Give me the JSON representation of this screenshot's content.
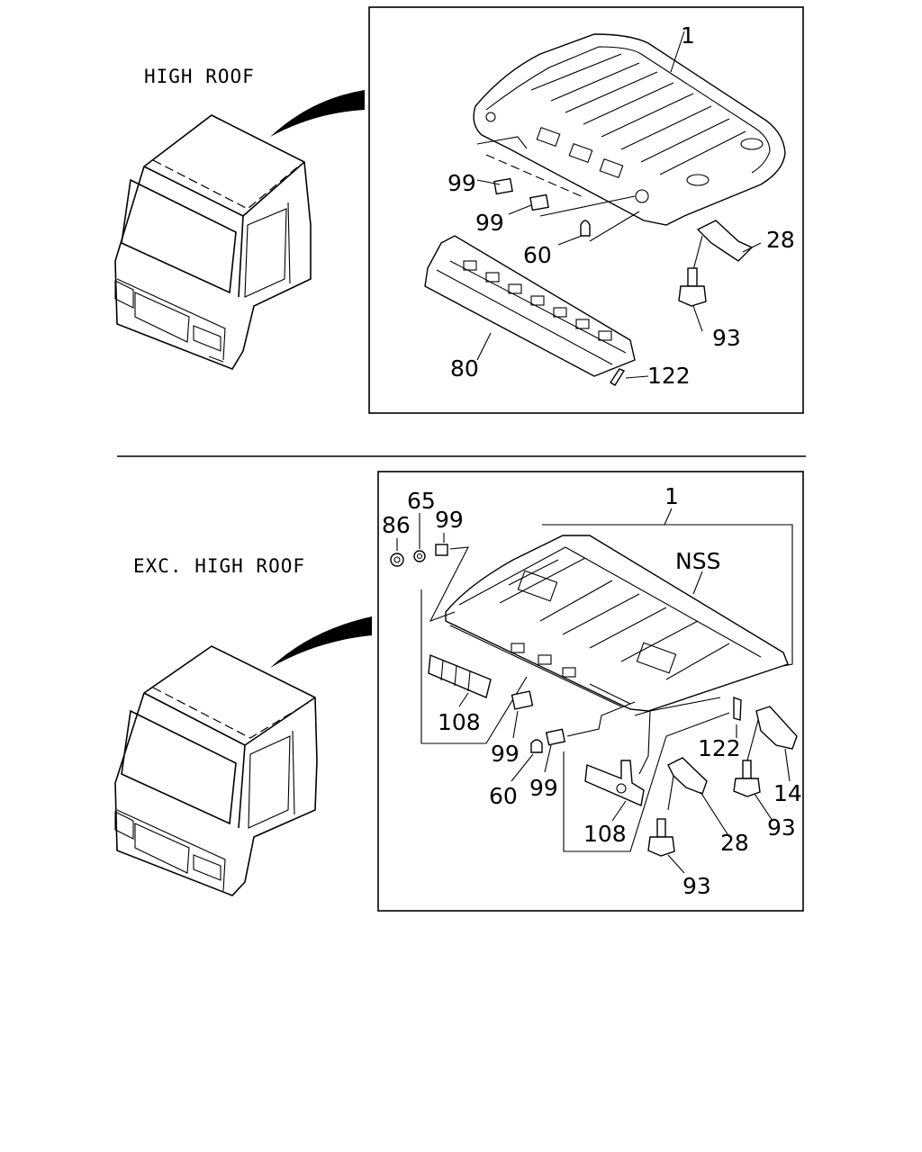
{
  "sections": {
    "top": {
      "title": "HIGH ROOF"
    },
    "bottom": {
      "title": "EXC. HIGH ROOF"
    }
  },
  "callouts_top": {
    "c1": "1",
    "c99a": "99",
    "c99b": "99",
    "c60": "60",
    "c28": "28",
    "c93": "93",
    "c80": "80",
    "c122": "122"
  },
  "callouts_bottom": {
    "c1": "1",
    "c65": "65",
    "c86": "86",
    "c99a": "99",
    "cNSS": "NSS",
    "c108a": "108",
    "c99b": "99",
    "c99c": "99",
    "c60": "60",
    "c122": "122",
    "c14": "14",
    "c93a": "93",
    "c28": "28",
    "c108b": "108",
    "c93b": "93"
  }
}
